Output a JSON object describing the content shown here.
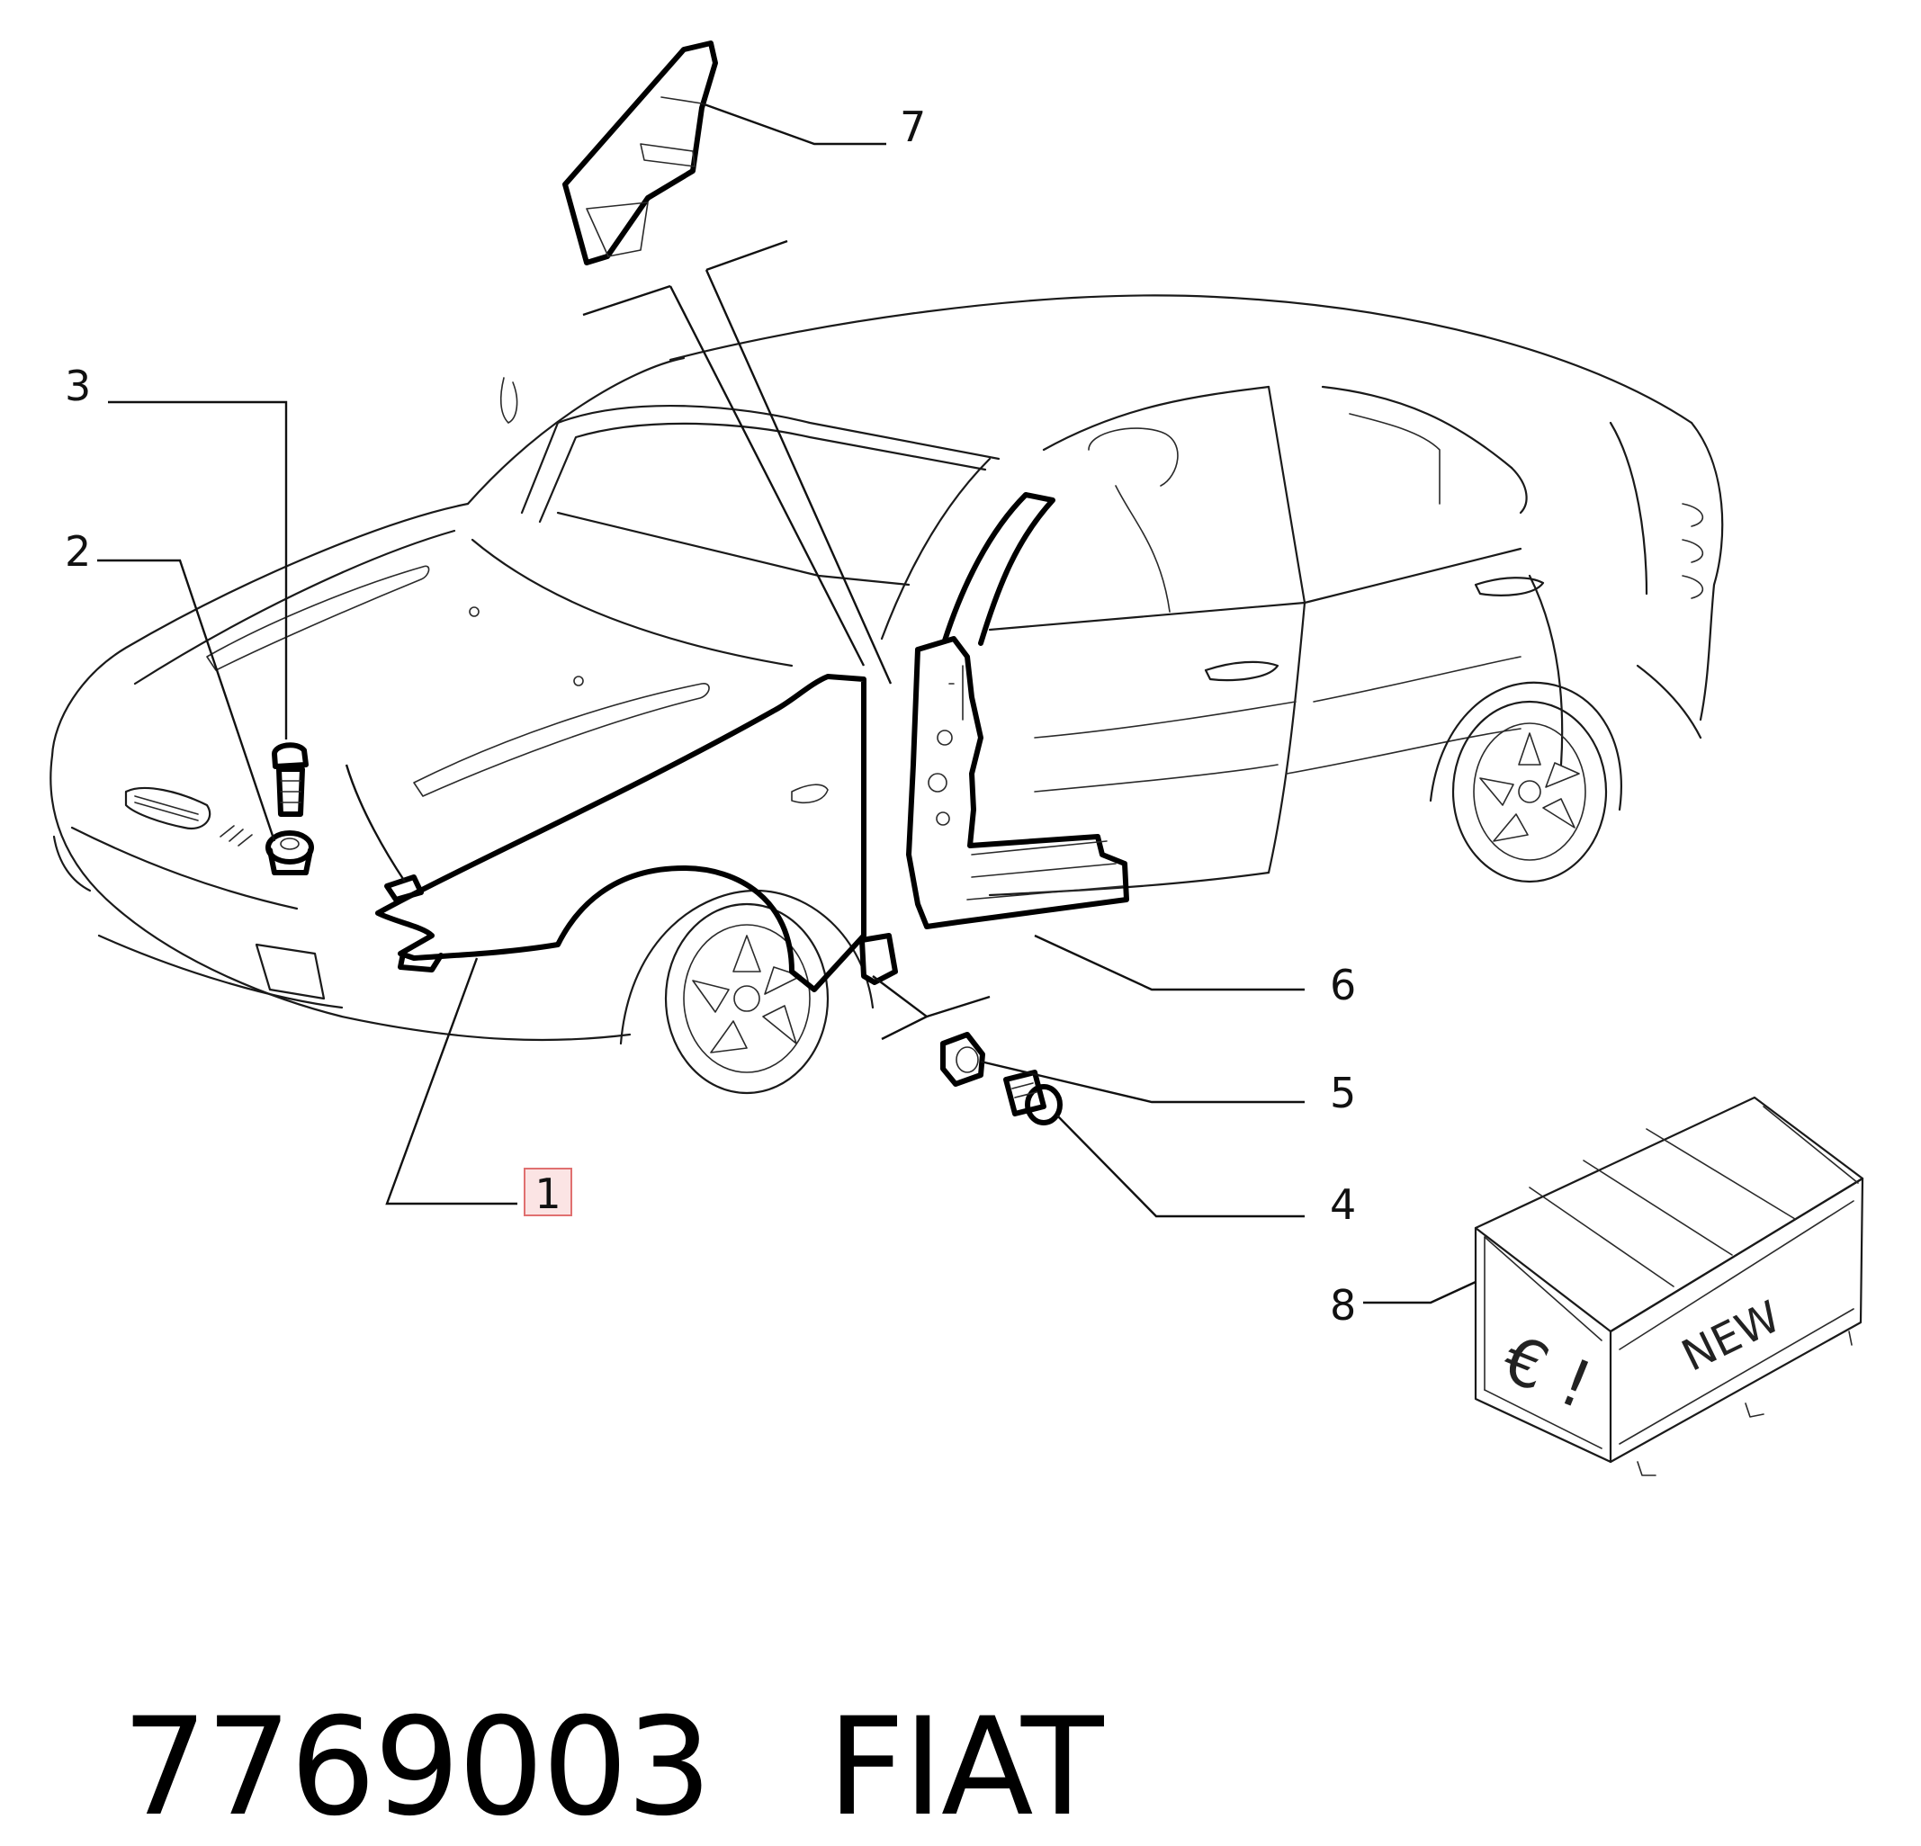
{
  "callouts": {
    "c1": "1",
    "c2": "2",
    "c3": "3",
    "c4": "4",
    "c5": "5",
    "c6": "6",
    "c7": "7",
    "c8": "8"
  },
  "highlight_color": "#e07070",
  "crate": {
    "label": "NEW",
    "symbol": "€ !"
  },
  "footer": {
    "part_number": "7769003",
    "brand": "FIAT"
  }
}
